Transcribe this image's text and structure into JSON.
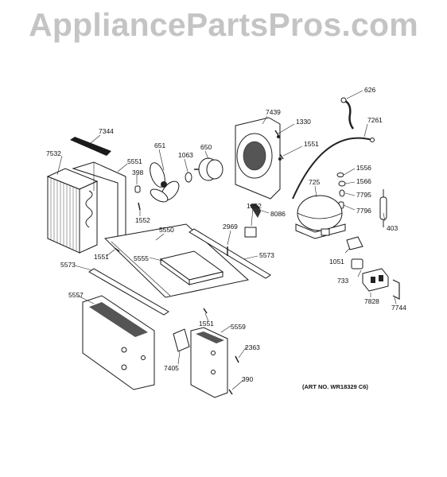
{
  "watermark": "AppliancePartsPros.com",
  "art_number": "(ART NO. WR18329 C6)",
  "labels": {
    "p7344": "7344",
    "p7532": "7532",
    "p5551a": "5551",
    "p398": "398",
    "p1552": "1552",
    "p651": "651",
    "p1063": "1063",
    "p650": "650",
    "p7439": "7439",
    "p1330": "1330",
    "p1551a": "1551",
    "p626": "626",
    "p7261": "7261",
    "p1556": "1556",
    "p1566": "1566",
    "p7795": "7795",
    "p7796": "7796",
    "p403": "403",
    "p725": "725",
    "p1052": "1052",
    "p8086": "8086",
    "p2969": "2969",
    "p5550": "5550",
    "p1551b": "1551",
    "p5555": "5555",
    "p5573a": "5573",
    "p5573b": "5573",
    "p1051": "1051",
    "p733": "733",
    "p7828": "7828",
    "p7744": "7744",
    "p5557": "5557",
    "p1551c": "1551",
    "p5559": "5559",
    "p2363": "2363",
    "p7405": "7405",
    "p390": "390"
  }
}
